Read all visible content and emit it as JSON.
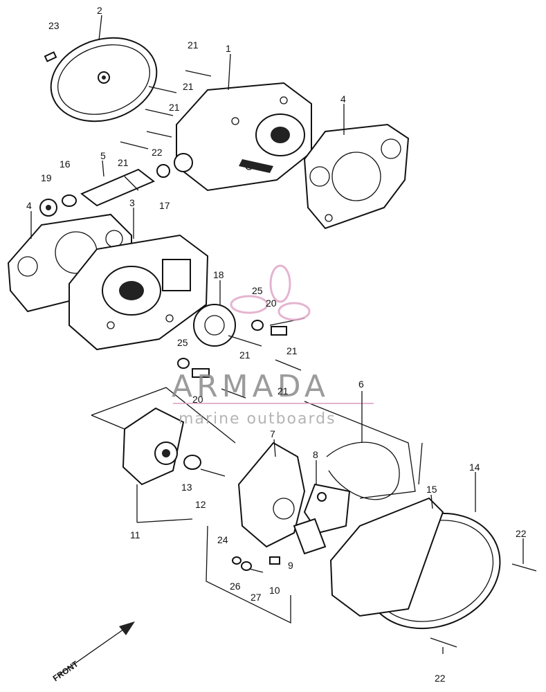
{
  "diagram": {
    "labels": [
      {
        "id": "1",
        "text": "1"
      },
      {
        "id": "2",
        "text": "2"
      },
      {
        "id": "3",
        "text": "3"
      },
      {
        "id": "4a",
        "text": "4"
      },
      {
        "id": "4b",
        "text": "4"
      },
      {
        "id": "5",
        "text": "5"
      },
      {
        "id": "6",
        "text": "6"
      },
      {
        "id": "7",
        "text": "7"
      },
      {
        "id": "8",
        "text": "8"
      },
      {
        "id": "9",
        "text": "9"
      },
      {
        "id": "10",
        "text": "10"
      },
      {
        "id": "11",
        "text": "11"
      },
      {
        "id": "12",
        "text": "12"
      },
      {
        "id": "13",
        "text": "13"
      },
      {
        "id": "14",
        "text": "14"
      },
      {
        "id": "15",
        "text": "15"
      },
      {
        "id": "16",
        "text": "16"
      },
      {
        "id": "17",
        "text": "17"
      },
      {
        "id": "18",
        "text": "18"
      },
      {
        "id": "19",
        "text": "19"
      },
      {
        "id": "20a",
        "text": "20"
      },
      {
        "id": "20b",
        "text": "20"
      },
      {
        "id": "21a",
        "text": "21"
      },
      {
        "id": "21b",
        "text": "21"
      },
      {
        "id": "21c",
        "text": "21"
      },
      {
        "id": "21d",
        "text": "21"
      },
      {
        "id": "21e",
        "text": "21"
      },
      {
        "id": "21f",
        "text": "21"
      },
      {
        "id": "21g",
        "text": "21"
      },
      {
        "id": "22a",
        "text": "22"
      },
      {
        "id": "22b",
        "text": "22"
      },
      {
        "id": "22c",
        "text": "22"
      },
      {
        "id": "23",
        "text": "23"
      },
      {
        "id": "24",
        "text": "24"
      },
      {
        "id": "25a",
        "text": "25"
      },
      {
        "id": "25b",
        "text": "25"
      },
      {
        "id": "26",
        "text": "26"
      },
      {
        "id": "27",
        "text": "27"
      }
    ],
    "front_marker": "FRONT",
    "watermark": {
      "brand": "ARMADA",
      "tagline": "marine outboards",
      "accent_color": "#e0a8c8"
    }
  }
}
